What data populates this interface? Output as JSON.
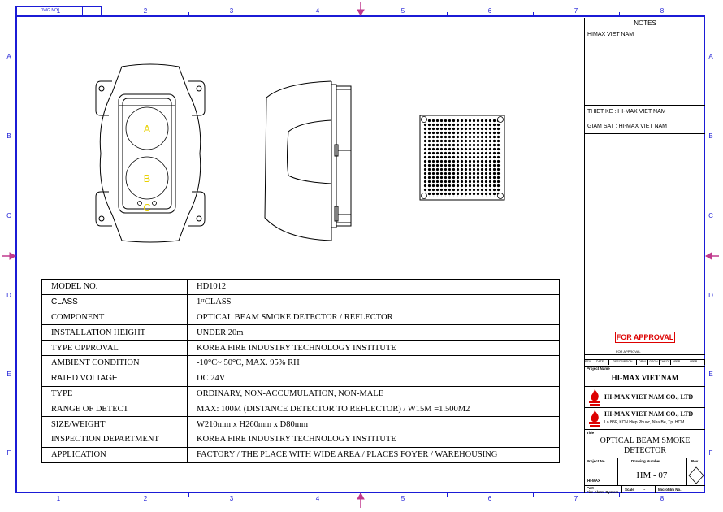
{
  "header": {
    "dwg_no_label": "DWG NO."
  },
  "grid": {
    "columns": [
      "1",
      "2",
      "3",
      "4",
      "5",
      "6",
      "7",
      "8"
    ],
    "rows": [
      "A",
      "B",
      "C",
      "D",
      "E",
      "F"
    ]
  },
  "drawing": {
    "detector_labels": [
      "A",
      "B",
      "C"
    ]
  },
  "spec_table": [
    {
      "key": "MODEL NO.",
      "value": "HD1012"
    },
    {
      "key": "CLASS",
      "value": "1ʳʳCLASS"
    },
    {
      "key": "COMPONENT",
      "value": "OPTICAL BEAM SMOKE DETECTOR / REFLECTOR"
    },
    {
      "key": "INSTALLATION HEIGHT",
      "value": "UNDER 20m"
    },
    {
      "key": "TYPE OPPROVAL",
      "value": "KOREA FIRE INDUSTRY TECHNOLOGY INSTITUTE"
    },
    {
      "key": "AMBIENT CONDITION",
      "value": "-10°C~ 50°C,  MAX. 95% RH"
    },
    {
      "key": "RATED VOLTAGE",
      "value": "DC 24V"
    },
    {
      "key": "TYPE",
      "value": "ORDINARY, NON-ACCUMULATION, NON-MALE"
    },
    {
      "key": "RANGE OF DETECT",
      "value": "MAX: 100M (DISTANCE DETECTOR TO REFLECTOR) / W15M =1.500M2"
    },
    {
      "key": "SIZE/WEIGHT",
      "value": "W210mm x H260mm x D80mm"
    },
    {
      "key": "INSPECTION DEPARTMENT",
      "value": "KOREA FIRE INDUSTRY TECHNOLOGY INSTITUTE"
    },
    {
      "key": "APPLICATION",
      "value": "FACTORY / THE PLACE WITH WIDE AREA / PLACES FOYER / WAREHOUSING"
    }
  ],
  "title_block": {
    "notes_heading": "NOTES",
    "notes_line": "HIMAX VIET NAM",
    "designer": "THIET KE : HI-MAX VIET NAM",
    "supervisor": "GIAM SAT : HI-MAX VIET NAM",
    "approval_stamp": "FOR APPROVAL",
    "for_approval_small": "FOR APPROVAL",
    "rev_headers": [
      "REV",
      "DATE",
      "DESCRIPTION",
      "DRW",
      "DSGN",
      "CHECK",
      "APPR",
      "APPR"
    ],
    "project_name_label": "Project Name",
    "project_name": "HI-MAX VIET NAM",
    "company_1": "HI-MAX VIET NAM CO., LTD",
    "company_2": "HI-MAX VIET NAM CO., LTD",
    "company_address": "Lo B5F, KCN Hiep Phuoc, Nha Be, Tp. HCM",
    "title_label": "Title",
    "title_line1": "OPTICAL BEAM SMOKE",
    "title_line2": "DETECTOR",
    "project_no_label": "Project No.",
    "drawing_number_label": "Drawing Number",
    "rev_label": "Rev.",
    "project_no": "HI-MAX",
    "drawing_number": "HM - 07",
    "part_label": "Part",
    "part_value": "Fire Alarm System",
    "scale_label": "Scale",
    "scale_value": "--",
    "microfilm_label": "Microfilm No."
  }
}
